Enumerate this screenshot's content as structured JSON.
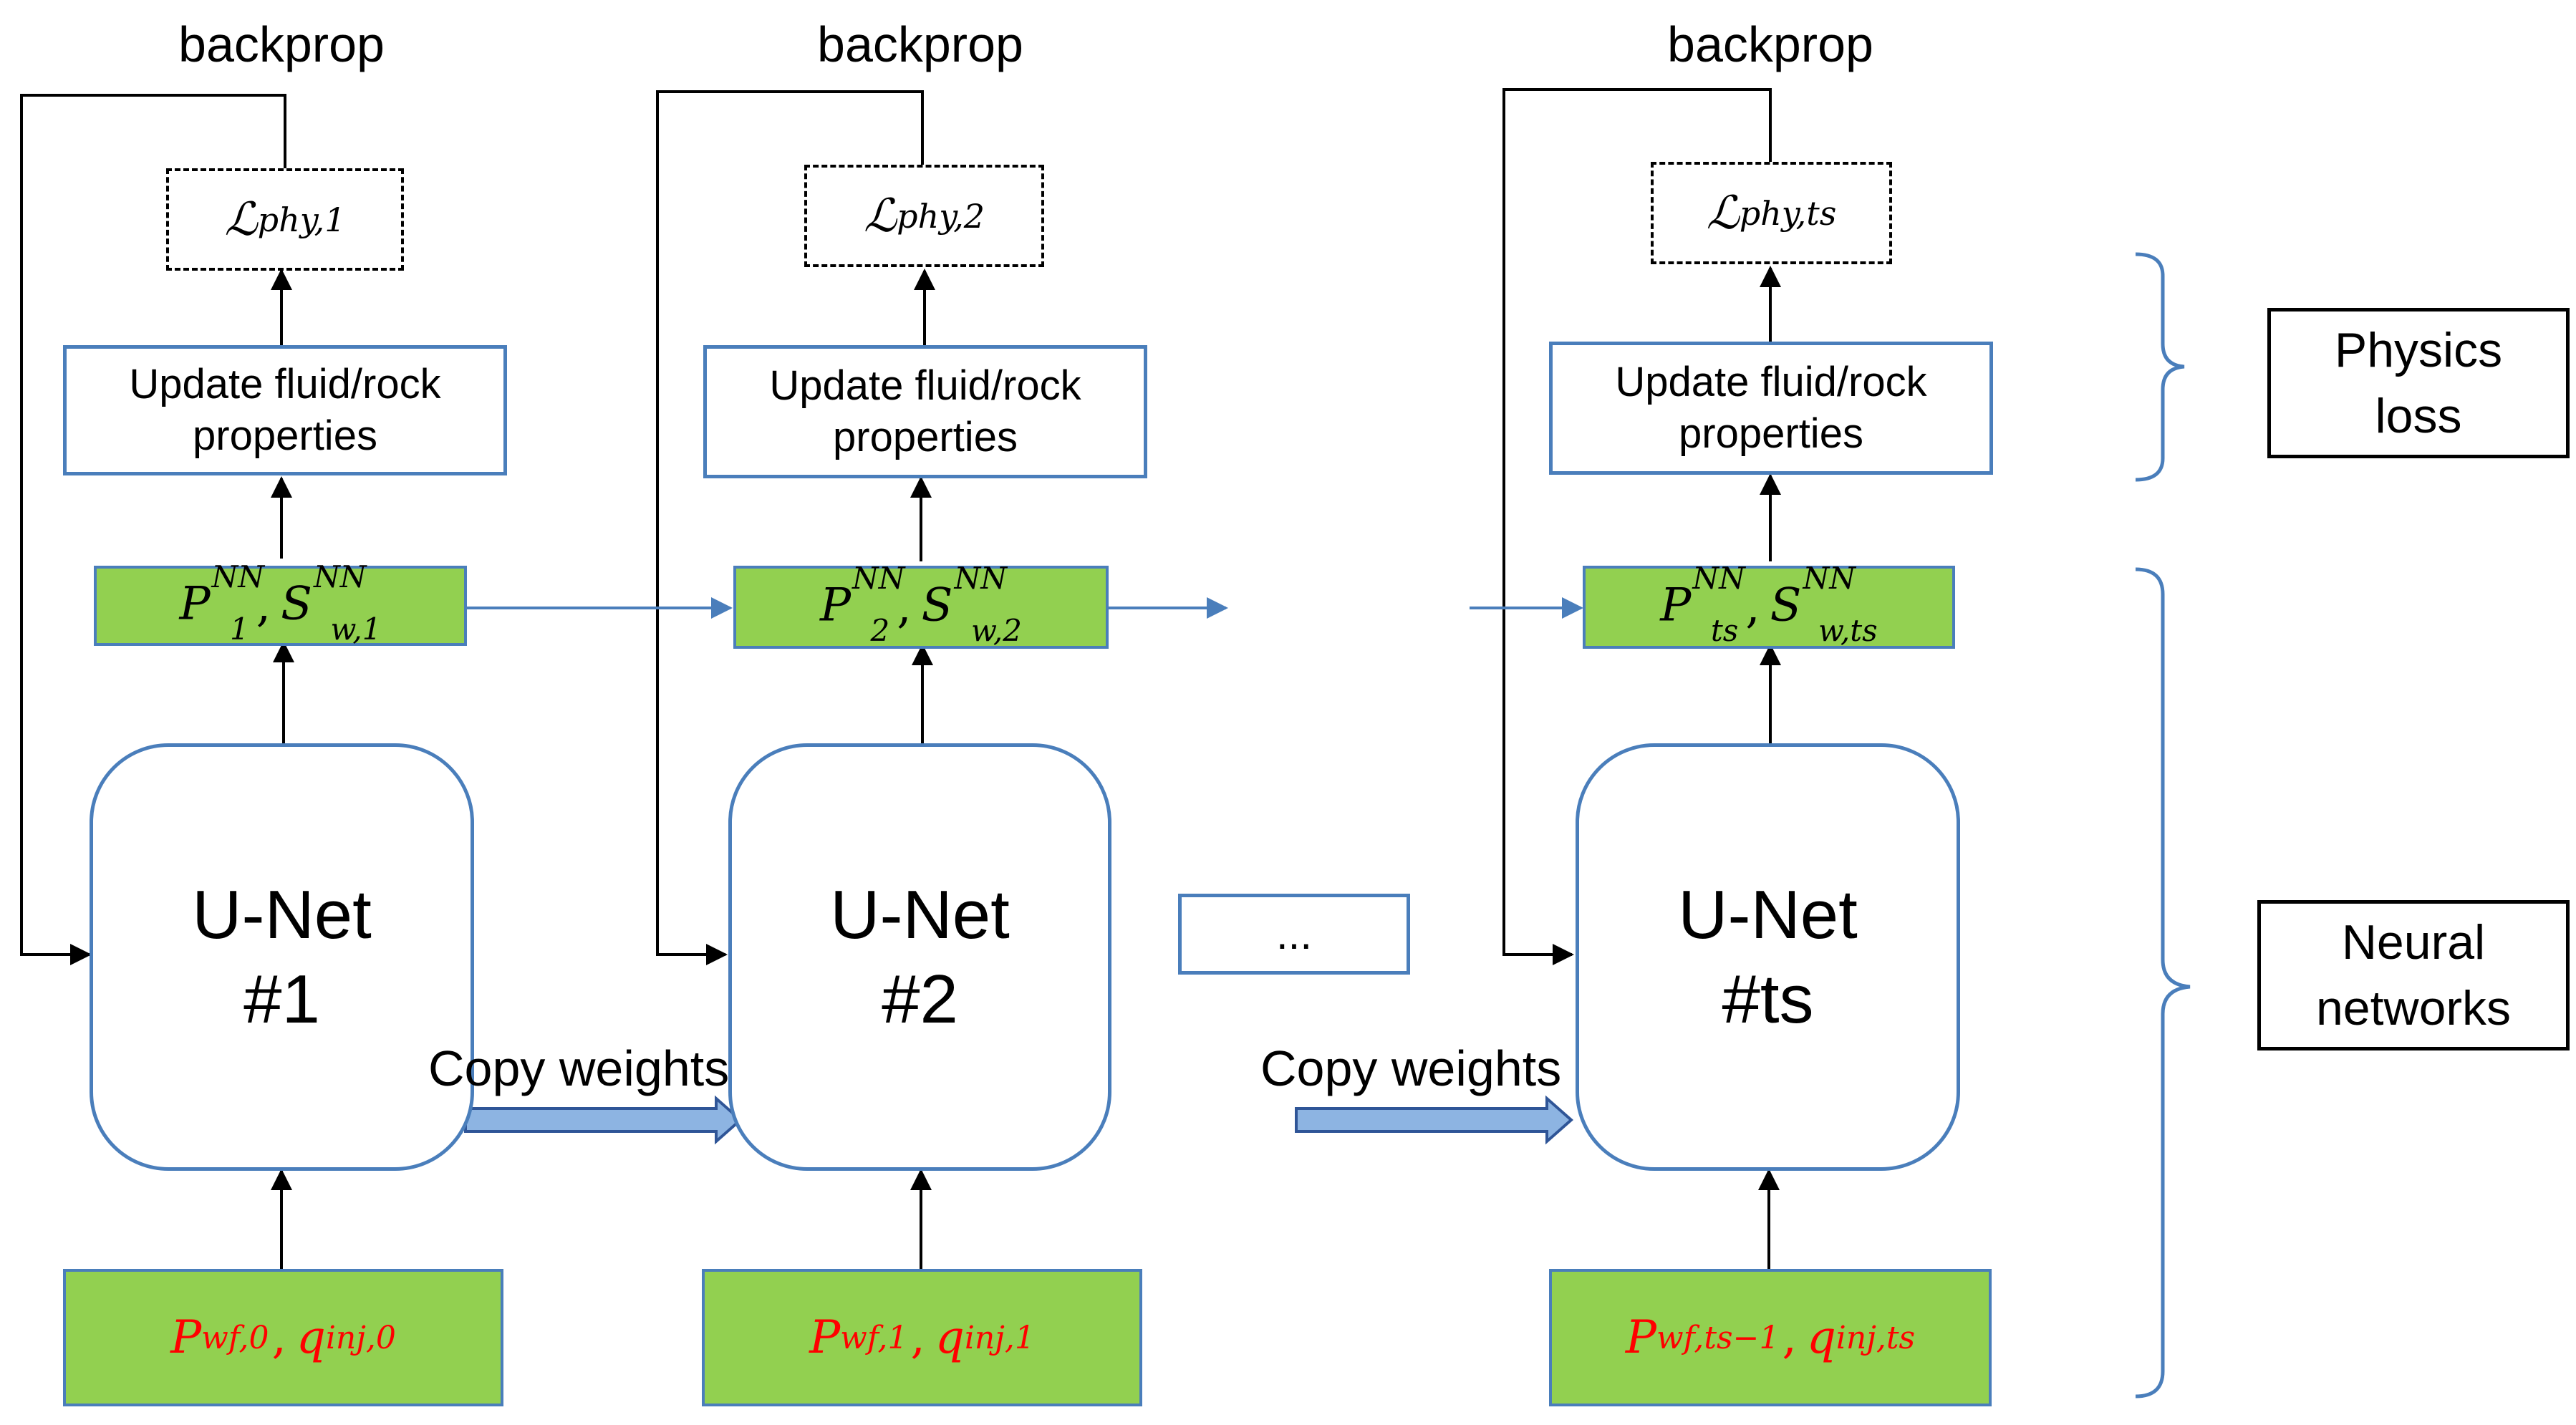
{
  "columns": [
    {
      "backprop": "backprop",
      "loss": {
        "base": "ℒ",
        "sub": "phy,1"
      },
      "update": [
        "Update fluid/rock",
        "properties"
      ],
      "output": {
        "p": "P",
        "p_sup": "NN",
        "p_sub": "1",
        "s": "S",
        "s_sup": "NN",
        "s_sub": "w,1",
        "sep": ","
      },
      "unet": [
        "U-Net",
        "#1"
      ],
      "input": {
        "a": "P",
        "a_sub": "wf,0",
        "b": "q",
        "b_sub": "inj,0",
        "sep": ","
      }
    },
    {
      "backprop": "backprop",
      "loss": {
        "base": "ℒ",
        "sub": "phy,2"
      },
      "update": [
        "Update fluid/rock",
        "properties"
      ],
      "output": {
        "p": "P",
        "p_sup": "NN",
        "p_sub": "2",
        "s": "S",
        "s_sup": "NN",
        "s_sub": "w,2",
        "sep": ","
      },
      "unet": [
        "U-Net",
        "#2"
      ],
      "input": {
        "a": "P",
        "a_sub": "wf,1",
        "b": "q",
        "b_sub": "inj,1",
        "sep": ","
      }
    },
    {
      "backprop": "backprop",
      "loss": {
        "base": "ℒ",
        "sub": "phy,ts"
      },
      "update": [
        "Update fluid/rock",
        "properties"
      ],
      "output": {
        "p": "P",
        "p_sup": "NN",
        "p_sub": "ts",
        "s": "S",
        "s_sup": "NN",
        "s_sub": "w,ts",
        "sep": ","
      },
      "unet": [
        "U-Net",
        "#ts"
      ],
      "input": {
        "a": "P",
        "a_sub": "wf,ts−1",
        "b": "q",
        "b_sub": "inj,ts",
        "sep": ","
      }
    }
  ],
  "ellipsis": "...",
  "copy_weights": [
    "Copy weights",
    "Copy weights"
  ],
  "legend": {
    "physics": [
      "Physics",
      "loss"
    ],
    "networks": [
      "Neural",
      "networks"
    ]
  },
  "colors": {
    "box_border": "#4a7ebb",
    "green_fill": "#92d050",
    "input_text": "#ff0000",
    "arrow_blue": "#4a7ebb",
    "copy_arrow_fill": "#8db4e2"
  }
}
